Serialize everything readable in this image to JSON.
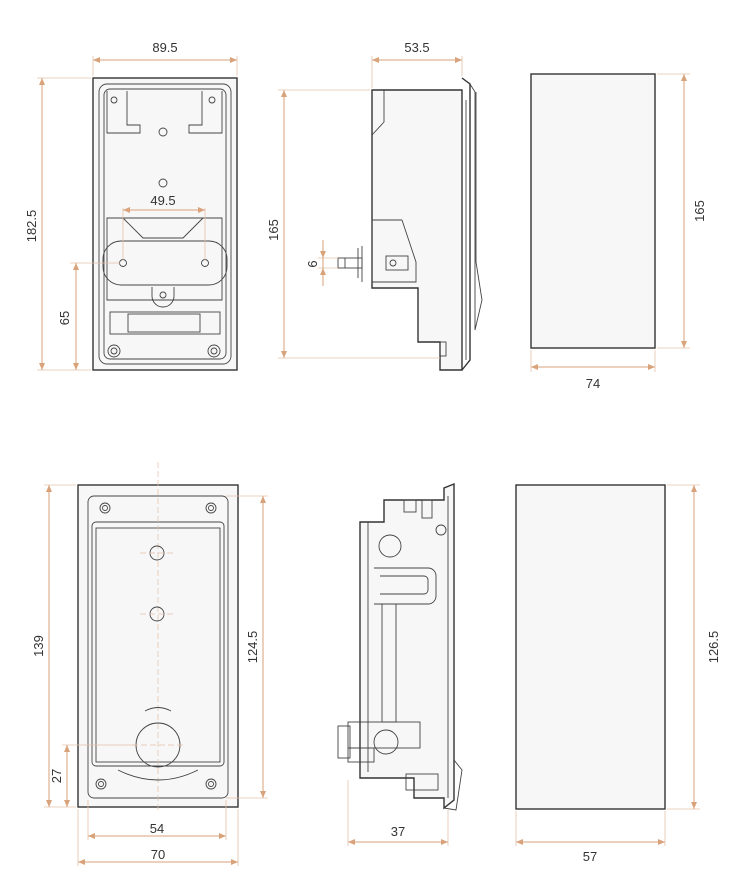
{
  "views": {
    "top_front": {
      "width_label": "89.5",
      "height_label": "182.5",
      "hole_spacing_label": "49.5",
      "latch_height_label": "65"
    },
    "top_side": {
      "depth_label": "53.5",
      "height_label": "165",
      "pin_label": "6"
    },
    "top_back": {
      "height_label": "165",
      "width_label": "74"
    },
    "bottom_front": {
      "height_label": "139",
      "inner_height_label": "124.5",
      "knob_height_label": "27",
      "inner_width_label": "54",
      "width_label": "70"
    },
    "bottom_side": {
      "depth_label": "37"
    },
    "bottom_back": {
      "height_label": "126.5",
      "width_label": "57"
    }
  },
  "colors": {
    "dimension_line": "#d8a27a",
    "part_outline": "#333333",
    "hatch": "#c98a6a"
  }
}
